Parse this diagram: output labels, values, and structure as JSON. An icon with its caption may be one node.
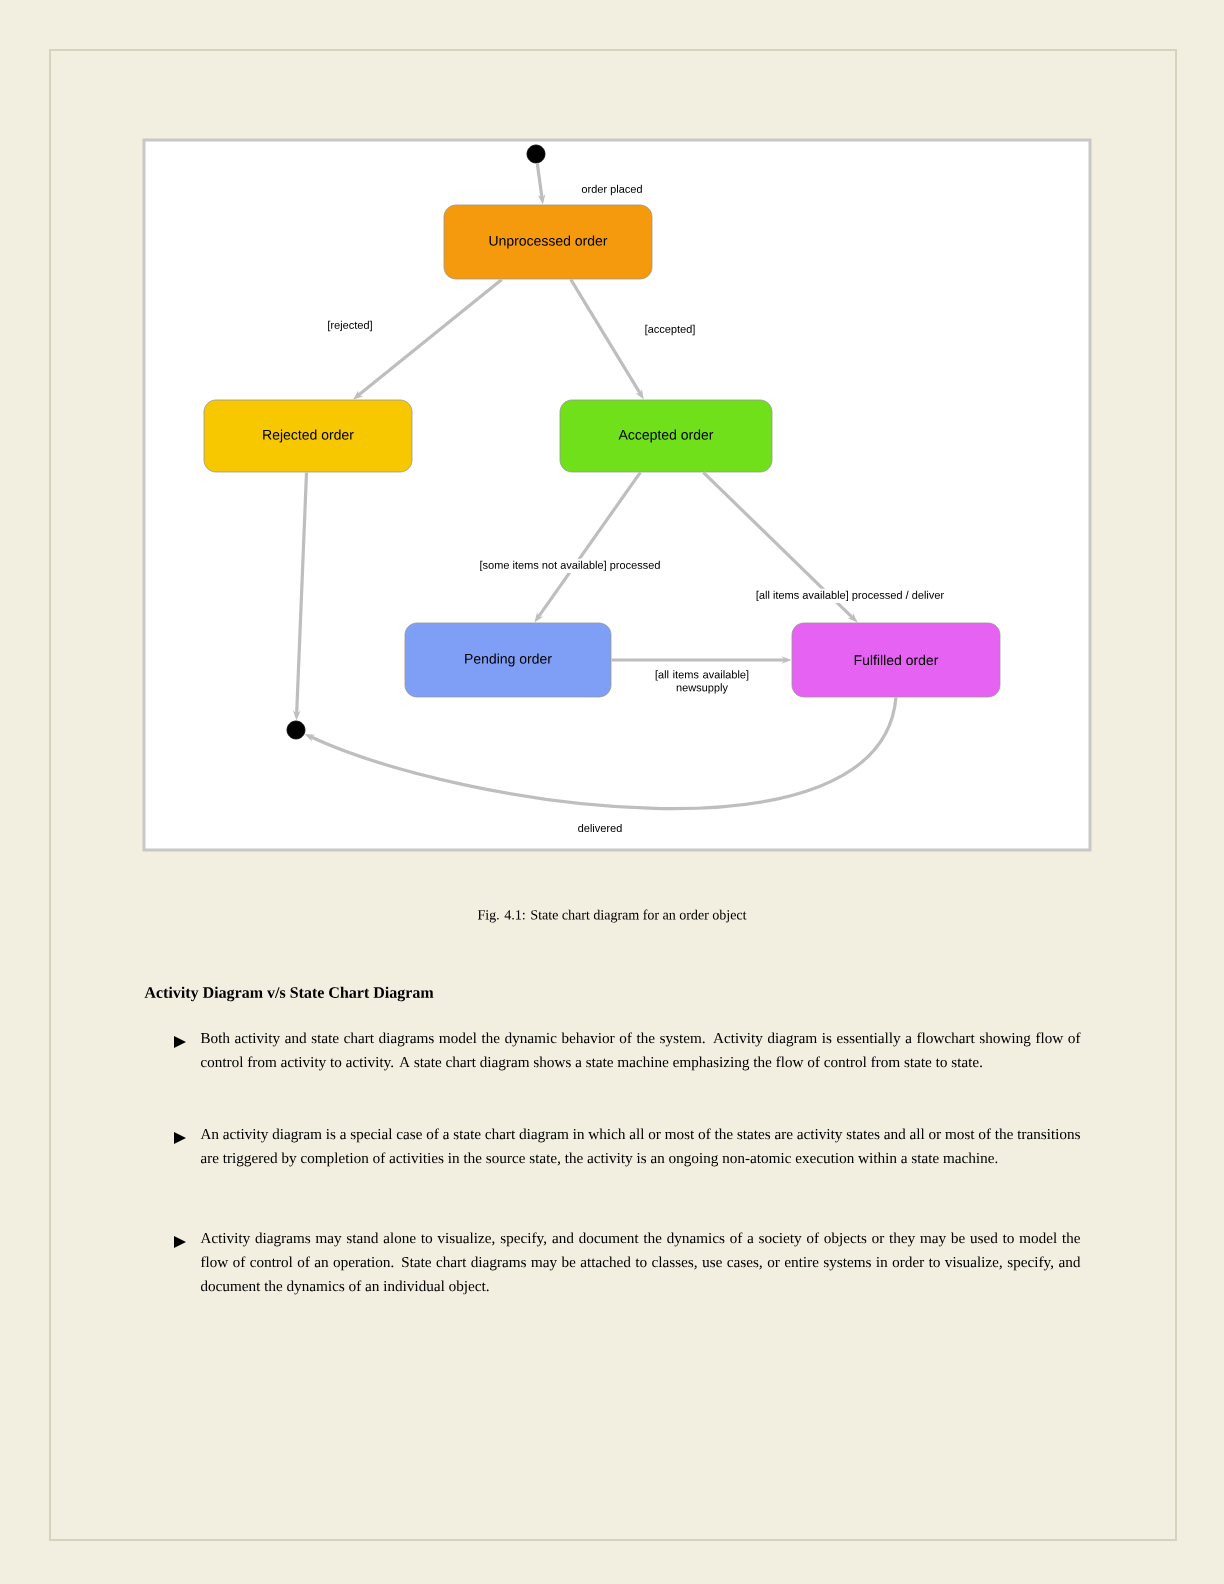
{
  "diagram": {
    "caption": "Fig. 4.1: State chart diagram for an order object",
    "nodes": [
      {
        "text": [],
        "shape": "circle"
      },
      {
        "text": [
          "Unprocessed order"
        ]
      },
      {
        "text": [
          "Rejected order"
        ]
      },
      {
        "text": [
          "Accepted order"
        ]
      },
      {
        "text": [
          "Pending order"
        ]
      },
      {
        "text": [
          "Fulfilled order"
        ]
      },
      {
        "text": [],
        "shape": "circle"
      }
    ],
    "edges": [
      {
        "from": 0,
        "to": 1,
        "arrow": "to",
        "label": "order placed"
      },
      {
        "from": 1,
        "to": 2,
        "arrow": "to",
        "label": "[rejected]"
      },
      {
        "from": 1,
        "to": 3,
        "arrow": "to",
        "label": "[accepted]"
      },
      {
        "from": 3,
        "to": 4,
        "arrow": "to",
        "label": "[some items not available] processed"
      },
      {
        "from": 3,
        "to": 5,
        "arrow": "to",
        "label": "[all items available] processed / deliver"
      },
      {
        "from": 4,
        "to": 5,
        "arrow": "to",
        "label": "[all items available] newsupply"
      },
      {
        "from": 2,
        "to": 6,
        "arrow": "to"
      },
      {
        "from": 5,
        "to": 6,
        "arrow": "to",
        "label": "delivered"
      }
    ],
    "labels": [
      "Activity Diagram v/s State Chart Diagram",
      "Both activity and state chart diagrams model the dynamic behavior of the system. Activity diagram is essentially a flowchart showing flow of control from activity to activity. A state chart diagram shows a state machine emphasizing the flow of control from state to state.",
      "An activity diagram is a special case of a state chart diagram in which all or most of the states are activity states and all or most of the transitions are triggered by completion of activities in the source state, the activity is an ongoing non-atomic execution within a state machine.",
      "Activity diagrams may stand alone to visualize, specify, and document the dynamics of a society of objects or they may be used to model the flow of control of an operation. State chart diagrams may be attached to classes, use cases, or entire systems in order to visualize, specify, and document the dynamics of an individual object."
    ]
  }
}
